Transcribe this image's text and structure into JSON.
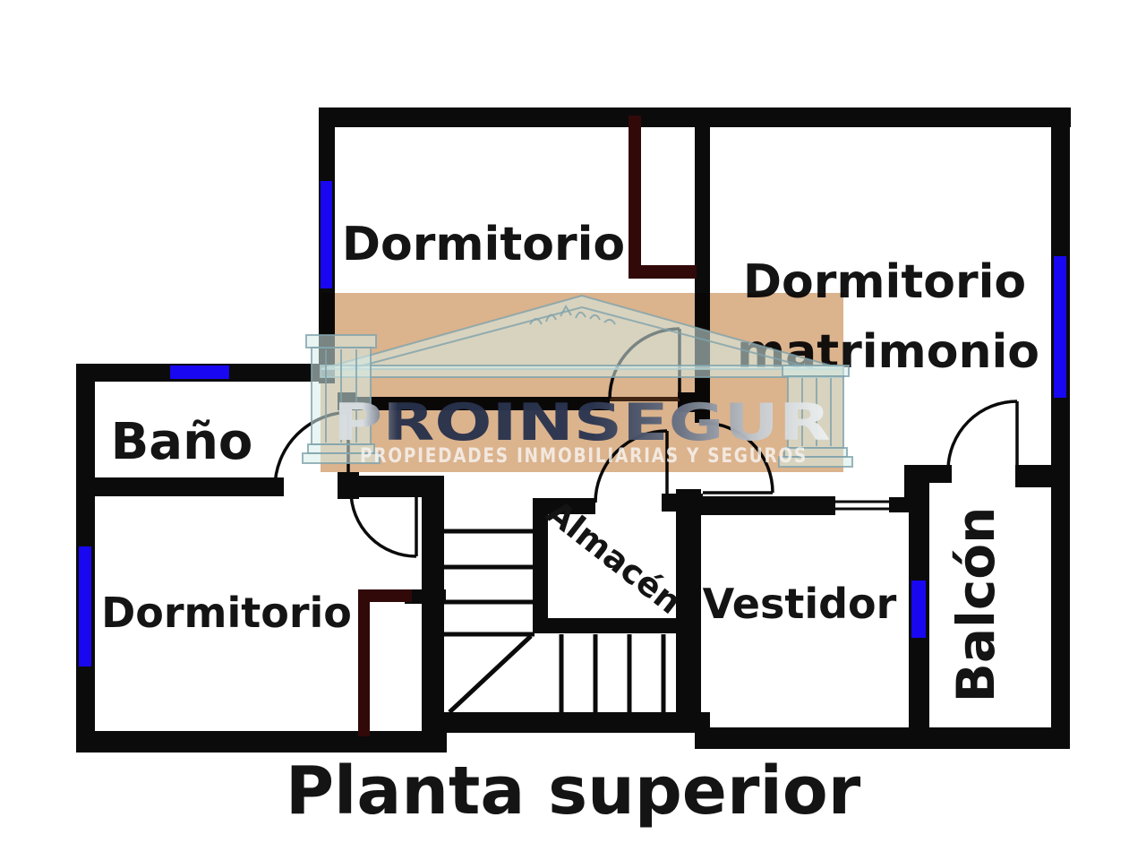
{
  "plan": {
    "caption": "Planta superior",
    "rooms": [
      {
        "id": "dormitorio-top",
        "label": "Dormitorio"
      },
      {
        "id": "dormitorio-matrimonio",
        "lines": [
          "Dormitorio",
          "matrimonio"
        ]
      },
      {
        "id": "bano",
        "label": "Baño"
      },
      {
        "id": "dormitorio-bottom",
        "label": "Dormitorio"
      },
      {
        "id": "almacen",
        "label": "Almacén"
      },
      {
        "id": "vestidor",
        "label": "Vestidor"
      },
      {
        "id": "balcon",
        "label": "Balcón"
      }
    ]
  },
  "watermark": {
    "brand": "PROINSEGUR",
    "tagline": "PROPIEDADES INMOBILIARIAS Y SEGUROS"
  },
  "colors": {
    "wall": "#0b0b0b",
    "window": "#1807f0",
    "door_accent": "#310909",
    "label": "#141414",
    "watermark_bg": "#d9ad84",
    "watermark_building": "#d6ecea",
    "building_stroke": "#7fa3ab",
    "logo_dark": "#27304a",
    "logo_light": "#f0f3f3"
  }
}
